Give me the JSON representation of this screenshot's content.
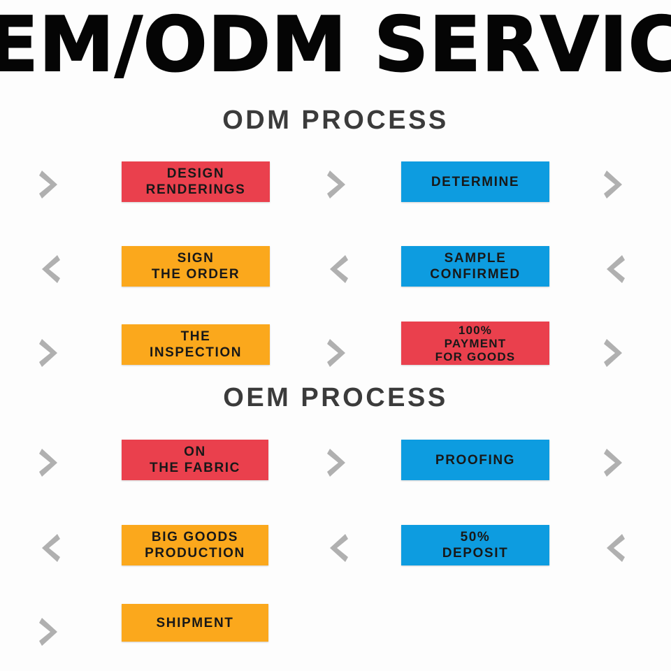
{
  "banner": {
    "title": "OEM/ODM SERVICE",
    "visible_text": "EM/ODM  SERVIC",
    "text_color": "#050505"
  },
  "colors": {
    "red": "#ea404d",
    "blue": "#0d9ce0",
    "orange": "#fba81c",
    "arrow_gray": "#b0b0b0",
    "heading_gray": "#3b3b3b",
    "background": "#fdfdfd",
    "box_text": "#181818"
  },
  "sections": [
    {
      "heading": "ODM PROCESS",
      "rows": [
        {
          "arrow_direction": "right",
          "arrows": [
            "chevron-right-icon",
            "chevron-right-icon",
            "chevron-right-icon"
          ],
          "left_box": {
            "lines": [
              "DESIGN",
              "RENDERINGS"
            ],
            "color": "red"
          },
          "right_box": {
            "lines": [
              "DETERMINE"
            ],
            "color": "blue"
          }
        },
        {
          "arrow_direction": "left",
          "arrows": [
            "chevron-left-icon",
            "chevron-left-icon",
            "chevron-left-icon"
          ],
          "left_box": {
            "lines": [
              "SIGN",
              "THE ORDER"
            ],
            "color": "orange"
          },
          "right_box": {
            "lines": [
              "SAMPLE",
              "CONFIRMED"
            ],
            "color": "blue"
          }
        },
        {
          "arrow_direction": "right",
          "arrows": [
            "chevron-right-icon",
            "chevron-right-icon",
            "chevron-right-icon"
          ],
          "left_box": {
            "lines": [
              "THE",
              "INSPECTION"
            ],
            "color": "orange"
          },
          "right_box": {
            "lines": [
              "100%",
              "PAYMENT",
              "FOR GOODS"
            ],
            "color": "red"
          }
        }
      ]
    },
    {
      "heading": "OEM PROCESS",
      "rows": [
        {
          "arrow_direction": "right",
          "arrows": [
            "chevron-right-icon",
            "chevron-right-icon",
            "chevron-right-icon"
          ],
          "left_box": {
            "lines": [
              "ON",
              "THE FABRIC"
            ],
            "color": "red"
          },
          "right_box": {
            "lines": [
              "PROOFING"
            ],
            "color": "blue"
          }
        },
        {
          "arrow_direction": "left",
          "arrows": [
            "chevron-left-icon",
            "chevron-left-icon",
            "chevron-left-icon"
          ],
          "left_box": {
            "lines": [
              "BIG GOODS",
              "PRODUCTION"
            ],
            "color": "orange"
          },
          "right_box": {
            "lines": [
              "50%",
              "DEPOSIT"
            ],
            "color": "blue"
          }
        },
        {
          "arrow_direction": "right",
          "arrows": [
            "chevron-right-icon"
          ],
          "left_box": {
            "lines": [
              "SHIPMENT"
            ],
            "color": "orange"
          },
          "right_box": null
        }
      ]
    }
  ],
  "row_labels": {
    "r1": "odm-row-1",
    "r2": "odm-row-2",
    "r3": "odm-row-3",
    "r4": "oem-row-1",
    "r5": "oem-row-2",
    "r6": "oem-row-3"
  }
}
